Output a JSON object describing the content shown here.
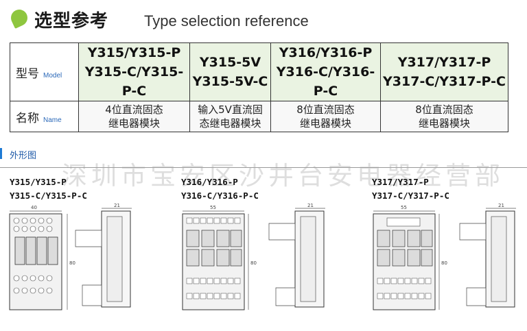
{
  "header": {
    "title_cn": "选型参考",
    "title_en": "Type selection reference"
  },
  "table": {
    "row_model": {
      "label_cn": "型号",
      "label_en": "Model"
    },
    "row_name": {
      "label_cn": "名称",
      "label_en": "Name"
    },
    "columns": [
      {
        "model_1": "Y315/Y315-P",
        "model_2": "Y315-C/Y315-P-C",
        "name_1": "4位直流固态",
        "name_2": "继电器模块"
      },
      {
        "model_1": "Y315-5V",
        "model_2": "Y315-5V-C",
        "name_1": "输入5V直流固",
        "name_2": "态继电器模块"
      },
      {
        "model_1": "Y316/Y316-P",
        "model_2": "Y316-C/Y316-P-C",
        "name_1": "8位直流固态",
        "name_2": "继电器模块"
      },
      {
        "model_1": "Y317/Y317-P",
        "model_2": "Y317-C/Y317-P-C",
        "name_1": "8位直流固态",
        "name_2": "继电器模块"
      }
    ]
  },
  "section": {
    "title": "外形图",
    "watermark": "深圳市宝安区沙井台安电器经营部"
  },
  "drawings": [
    {
      "label_1": "Y315/Y315-P",
      "label_2": "Y315-C/Y315-P-C",
      "width_dim": "40",
      "side_dim": "21",
      "height_dim": "80"
    },
    {
      "label_1": "Y316/Y316-P",
      "label_2": "Y316-C/Y316-P-C",
      "width_dim": "55",
      "side_dim": "21",
      "height_dim": "80"
    },
    {
      "label_1": "Y317/Y317-P",
      "label_2": "Y317-C/Y317-P-C",
      "width_dim": "55",
      "side_dim": "21",
      "height_dim": "80"
    }
  ],
  "colors": {
    "accent_green": "#8ec63f",
    "model_bg": "#eaf3e2",
    "label_blue": "#2a68b8",
    "section_blue": "#1f7ad4"
  }
}
